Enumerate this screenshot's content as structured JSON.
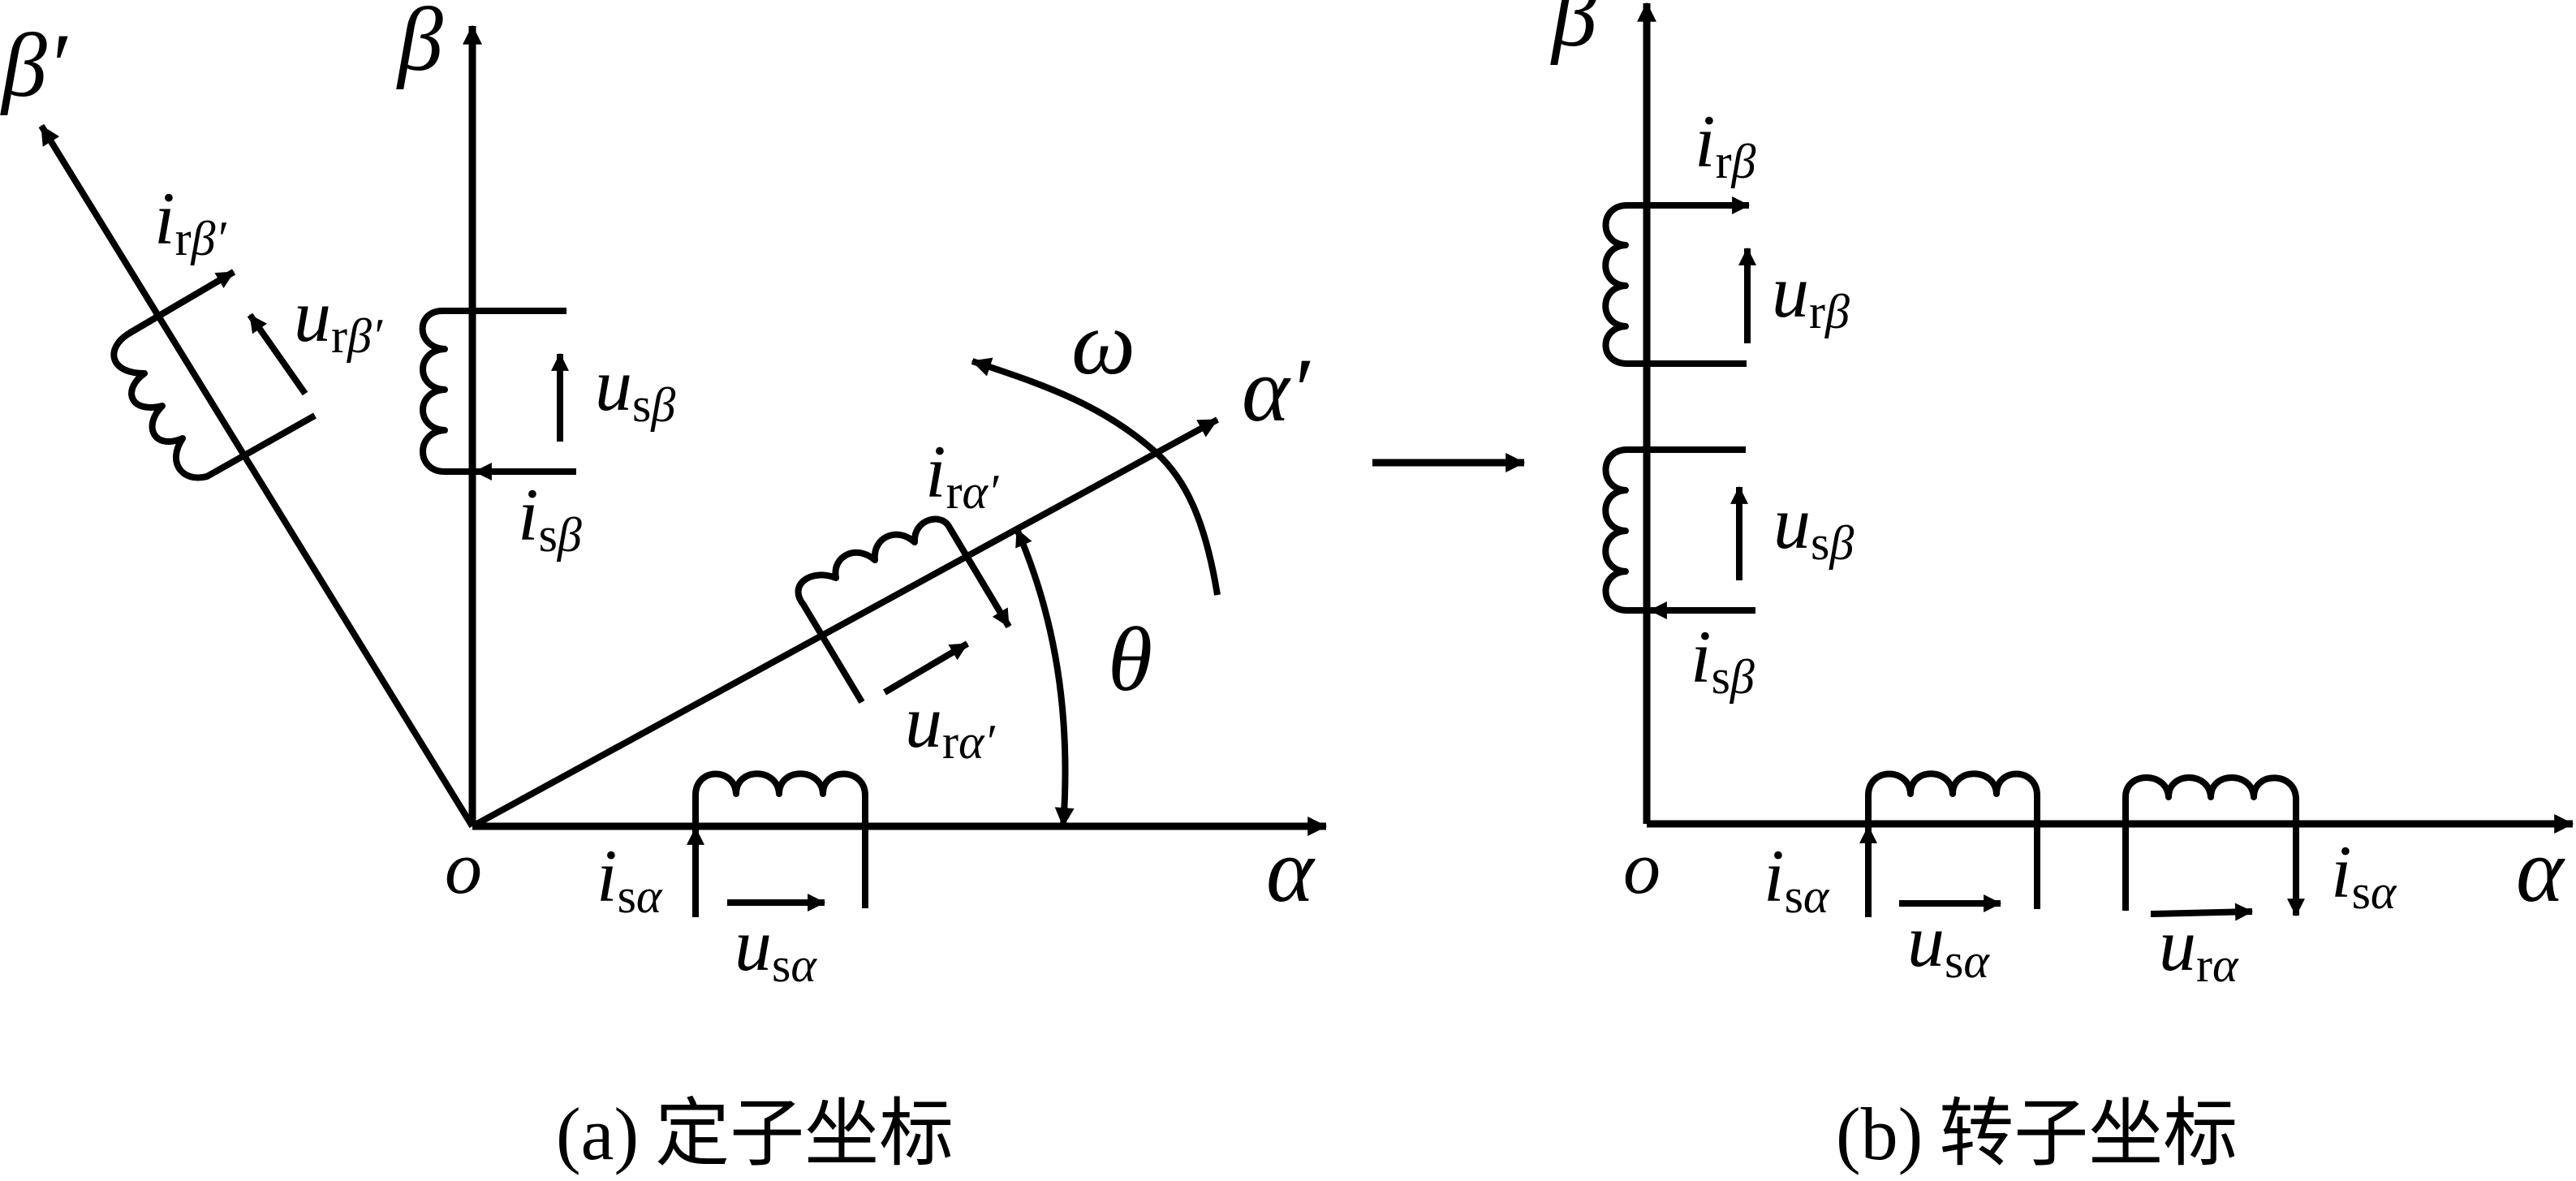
{
  "figure": {
    "panel_a": {
      "caption_prefix": "(a)",
      "caption": "定子坐标",
      "axes": {
        "alpha": "α",
        "beta": "β",
        "alpha_prime": "α′",
        "beta_prime": "β′",
        "origin": "o"
      },
      "rotation_speed": "ω",
      "angle": "θ",
      "labels": {
        "i_s_alpha": {
          "main": "i",
          "sub": "s",
          "subg": "α"
        },
        "u_s_alpha": {
          "main": "u",
          "sub": "s",
          "subg": "α"
        },
        "i_s_beta": {
          "main": "i",
          "sub": "s",
          "subg": "β"
        },
        "u_s_beta": {
          "main": "u",
          "sub": "s",
          "subg": "β"
        },
        "i_r_alpha_p": {
          "main": "i",
          "sub": "r",
          "subg": "α′"
        },
        "u_r_alpha_p": {
          "main": "u",
          "sub": "r",
          "subg": "α′"
        },
        "i_r_beta_p": {
          "main": "i",
          "sub": "r",
          "subg": "β′"
        },
        "u_r_beta_p": {
          "main": "u",
          "sub": "r",
          "subg": "β′"
        }
      }
    },
    "panel_b": {
      "caption_prefix": "(b)",
      "caption": "转子坐标",
      "axes": {
        "alpha": "α",
        "beta": "β",
        "origin": "o"
      },
      "labels": {
        "i_r_beta": {
          "main": "i",
          "sub": "r",
          "subg": "β"
        },
        "u_r_beta": {
          "main": "u",
          "sub": "r",
          "subg": "β"
        },
        "u_s_beta": {
          "main": "u",
          "sub": "s",
          "subg": "β"
        },
        "i_s_beta": {
          "main": "i",
          "sub": "s",
          "subg": "β"
        },
        "i_s_alpha_left": {
          "main": "i",
          "sub": "s",
          "subg": "α"
        },
        "u_s_alpha": {
          "main": "u",
          "sub": "s",
          "subg": "α"
        },
        "u_r_alpha": {
          "main": "u",
          "sub": "r",
          "subg": "α"
        },
        "i_s_alpha_right": {
          "main": "i",
          "sub": "s",
          "subg": "α"
        }
      }
    }
  }
}
